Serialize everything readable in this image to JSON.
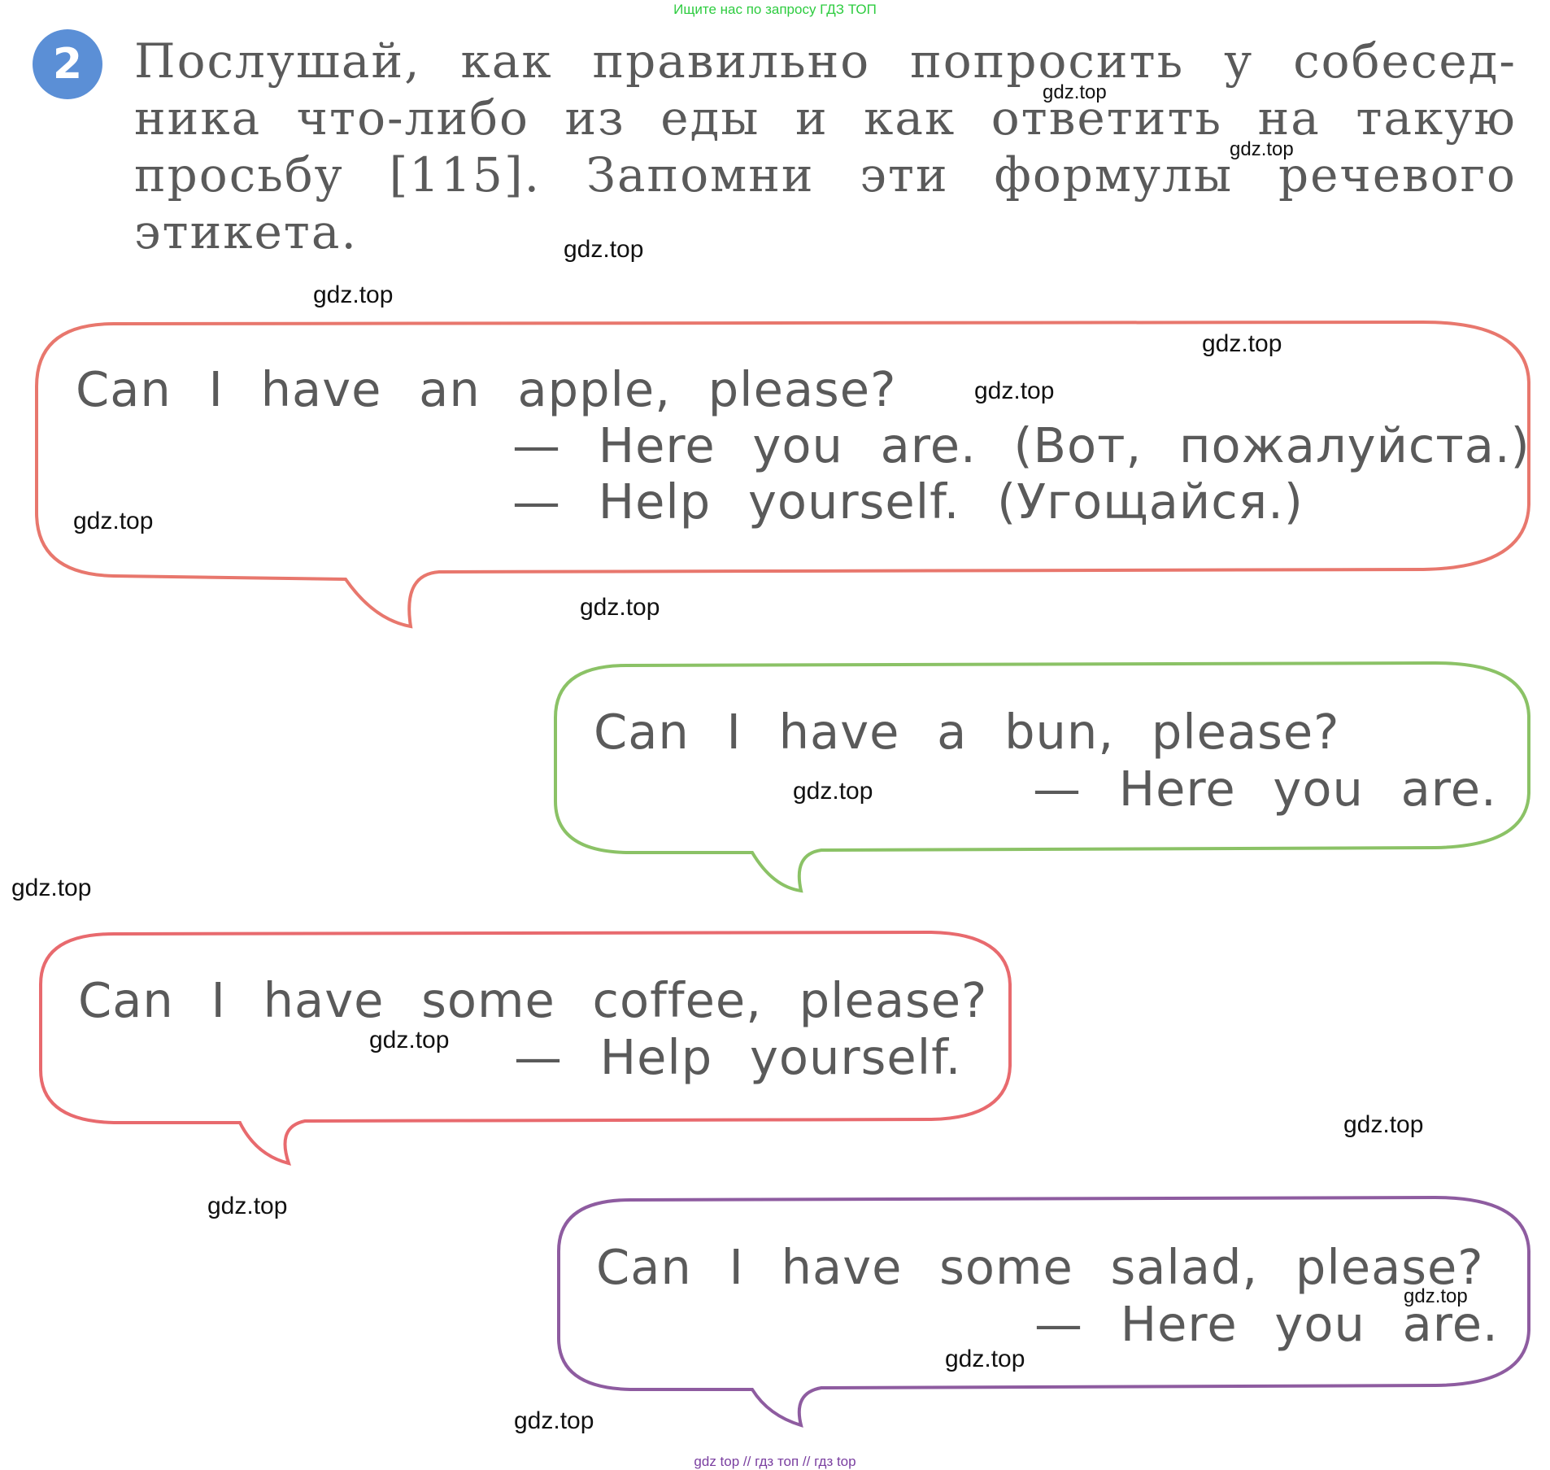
{
  "top_note": "Ищите нас по запросу ГДЗ ТОП",
  "task": {
    "number": "2",
    "lines": [
      [
        "Послушай,",
        "как",
        "правильно",
        "попросить",
        "у",
        "собесед-"
      ],
      [
        "ника",
        "что-либо",
        "из",
        "еды",
        "и",
        "как",
        "ответить",
        "на",
        "такую"
      ],
      [
        "просьбу",
        "[115].",
        "Запомни",
        "эти",
        "формулы",
        "речевого"
      ],
      [
        "этикета."
      ]
    ]
  },
  "bubbles": [
    {
      "color": "#e8776d",
      "question": "Can I have an apple, please?",
      "answers": [
        "— Here you are. (Вот, пожалуйста.)",
        "— Help yourself. (Угощайся.)"
      ]
    },
    {
      "color": "#8bc266",
      "question": "Can I have a bun, please?",
      "answers": [
        "— Here you are."
      ]
    },
    {
      "color": "#e86a6e",
      "question": "Can I have some coffee, please?",
      "answers": [
        "— Help yourself."
      ]
    },
    {
      "color": "#8e5ca0",
      "question": "Can I have some salad, please?",
      "answers": [
        "— Here you are."
      ]
    }
  ],
  "watermark": "gdz.top",
  "bottom_note": "gdz top // гдз топ // гдз top"
}
